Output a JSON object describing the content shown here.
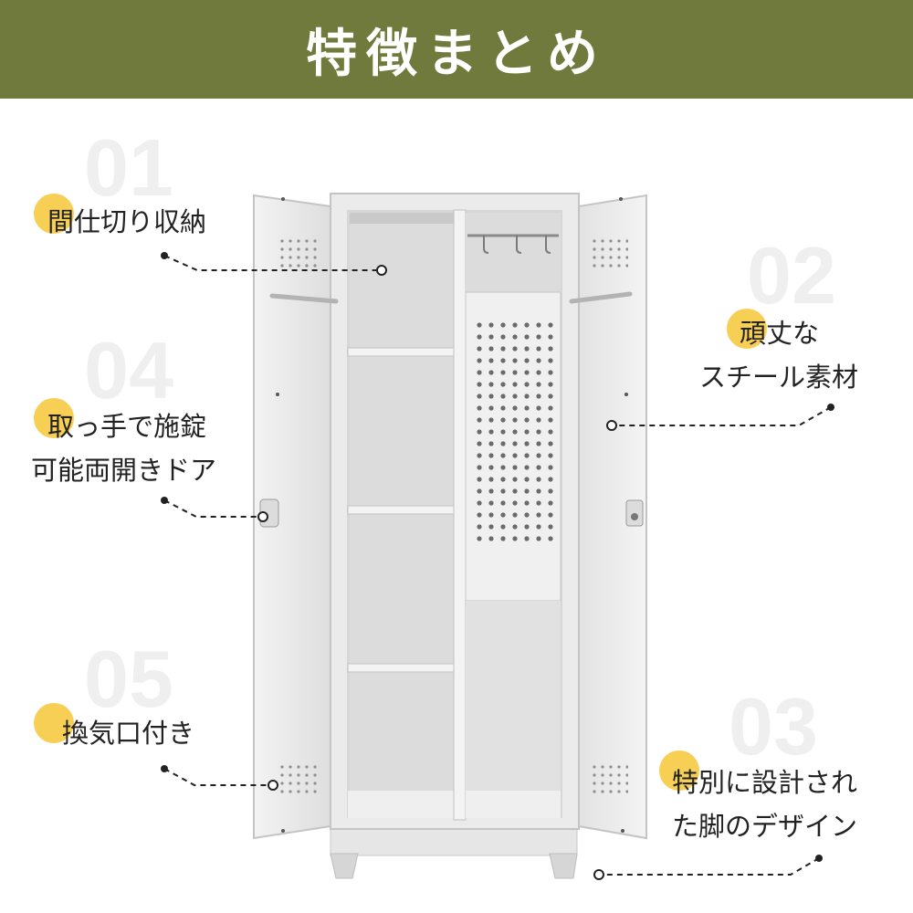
{
  "header": {
    "title": "特徴まとめ",
    "background": "#707a3c"
  },
  "accent_color": "#f7cf55",
  "features": [
    {
      "number": "01",
      "label": "間仕切り収納"
    },
    {
      "number": "02",
      "label_line1": "頑丈な",
      "label_line2": "スチール素材"
    },
    {
      "number": "03",
      "label_line1": "特別に設計され",
      "label_line2": "た脚のデザイン"
    },
    {
      "number": "04",
      "label_line1": "取っ手で施錠",
      "label_line2": "可能両開きドア"
    },
    {
      "number": "05",
      "label": "換気口付き"
    }
  ]
}
